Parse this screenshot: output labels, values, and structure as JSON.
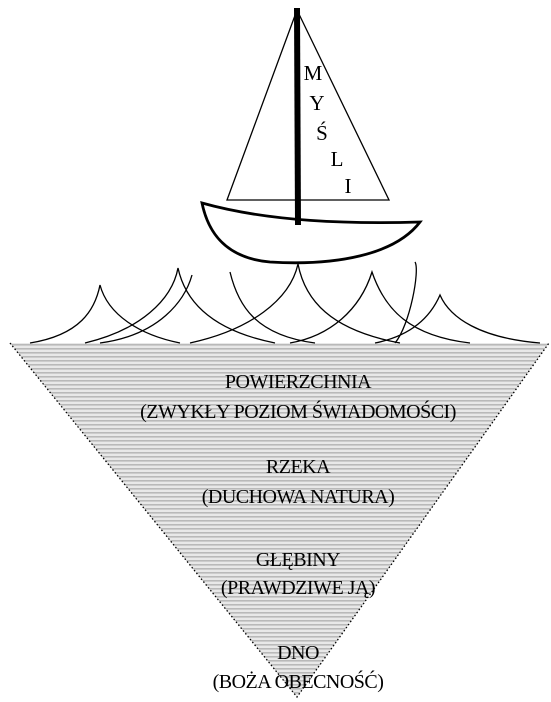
{
  "sail_letters": [
    "M",
    "Y",
    "Ś",
    "L",
    "I"
  ],
  "layers": [
    {
      "title": "POWIERZCHNIA",
      "subtitle": "(ZWYKŁY POZIOM ŚWIADOMOŚCI)"
    },
    {
      "title": "RZEKA",
      "subtitle": "(DUCHOWA NATURA)"
    },
    {
      "title": "GŁĘBINY",
      "subtitle": "(PRAWDZIWE JĄ)"
    },
    {
      "title": "DNO",
      "subtitle": "(BOŻA OBECNOŚĆ)"
    }
  ],
  "colors": {
    "stroke": "#000000",
    "water_fill": "#e6e6e6",
    "water_stripe": "#b8b8b8",
    "background": "#ffffff"
  }
}
